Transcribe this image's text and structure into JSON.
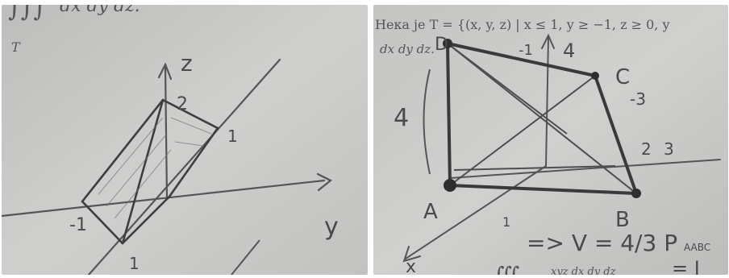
{
  "left_photo": {
    "printed_top": "dx dy dz.",
    "printed_subscript": "T",
    "handwritten": {
      "z_axis": "z",
      "y_axis": "y",
      "z_value": "2",
      "y_value": "1",
      "x_value": "1",
      "neg_value": "-1"
    }
  },
  "right_photo": {
    "printed_text": "Нека je T = {(x, y, z) | x ≤ 1, y ≥ −1, z ≥ 0, y",
    "printed_text_2": "dx dy dz.",
    "bottom_integral": "∭",
    "bottom_integrand": "xyz dx dy dz",
    "handwritten": {
      "label_D": "D",
      "label_C": "C",
      "label_A": "A",
      "label_B": "B",
      "height": "4",
      "top_4": "4",
      "top_dash": "-1",
      "minus3": "-3",
      "val_2": "2",
      "val_3": "3",
      "val_1": "1",
      "x_axis": "x",
      "volume_formula": "=> V = 4/3 P",
      "volume_subscript": "AABC",
      "equals_I": "= I"
    }
  },
  "colors": {
    "paper": "#c6c6c4",
    "pencil": "#5a5a5a",
    "pencil_dark": "#3c3c3c"
  }
}
